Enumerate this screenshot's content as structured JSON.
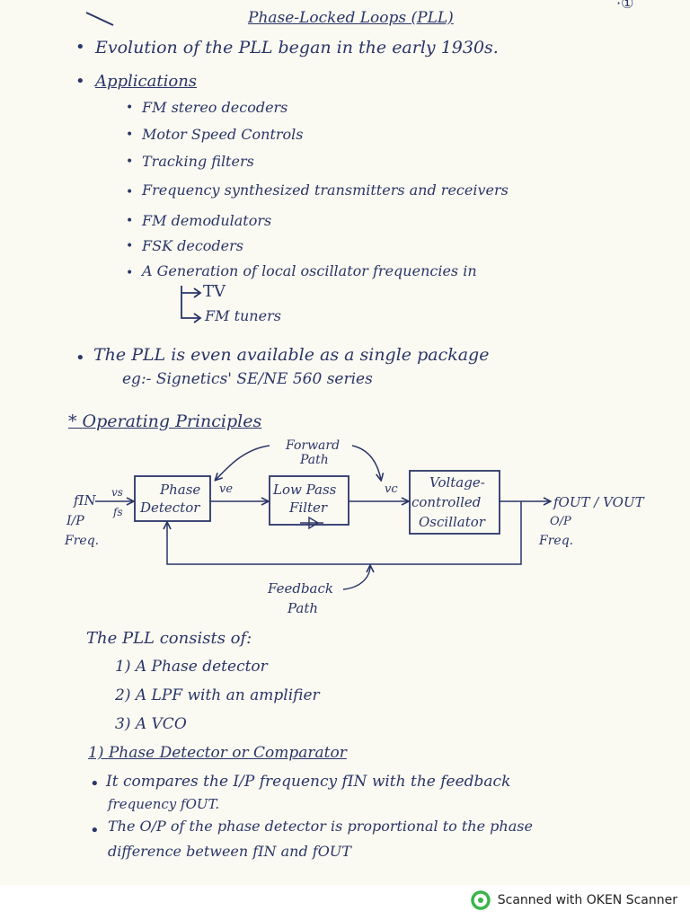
{
  "title": "Phase-Locked Loops (PLL)",
  "intro": "Evolution of the PLL began in the early 1930s.",
  "applications": {
    "heading": "Applications",
    "items": [
      "FM stereo decoders",
      "Motor Speed Controls",
      "Tracking filters",
      "Frequency synthesized transmitters and receivers",
      "FM demodulators",
      "FSK decoders",
      "A Generation of local oscillator frequencies in"
    ],
    "sub_items": [
      "TV",
      "FM tuners"
    ]
  },
  "package_note": "The PLL is even available as a single package",
  "package_eg": "eg:- Signetics' SE/NE 560 series",
  "operating_heading": "* Operating Principles",
  "diagram": {
    "forward_path": [
      "Forward",
      "Path"
    ],
    "phase_detector": [
      "Phase",
      "Detector"
    ],
    "lpf": [
      "Low Pass",
      "Filter"
    ],
    "vco": [
      "Voltage-",
      "controlled",
      "Oscillator"
    ],
    "input": [
      "fIN",
      "I/P",
      "Freq."
    ],
    "vs_fs": [
      "vs",
      "fs"
    ],
    "ve": "ve",
    "vc": "vc",
    "output": [
      "fOUT / VOUT",
      "O/P",
      "Freq."
    ],
    "feedback_path": [
      "Feedback",
      "Path"
    ]
  },
  "consists": {
    "heading": "The PLL consists of:",
    "items": [
      "1) A Phase detector",
      "2) A LPF with an amplifier",
      "3) A VCO"
    ]
  },
  "phase_detector": {
    "heading": "1) Phase Detector or Comparator",
    "bullet1_line1": "It compares the I/P frequency fIN with the feedback",
    "bullet1_line2": "frequency fOUT.",
    "bullet2_line1": "The O/P of the phase detector is proportional to the phase",
    "bullet2_line2": "difference between fIN and fOUT"
  },
  "footer": "Scanned with OKEN Scanner",
  "colors": {
    "ink": "#2a3568",
    "paper": "#fbfaf2",
    "logo": "#3bb54a"
  }
}
